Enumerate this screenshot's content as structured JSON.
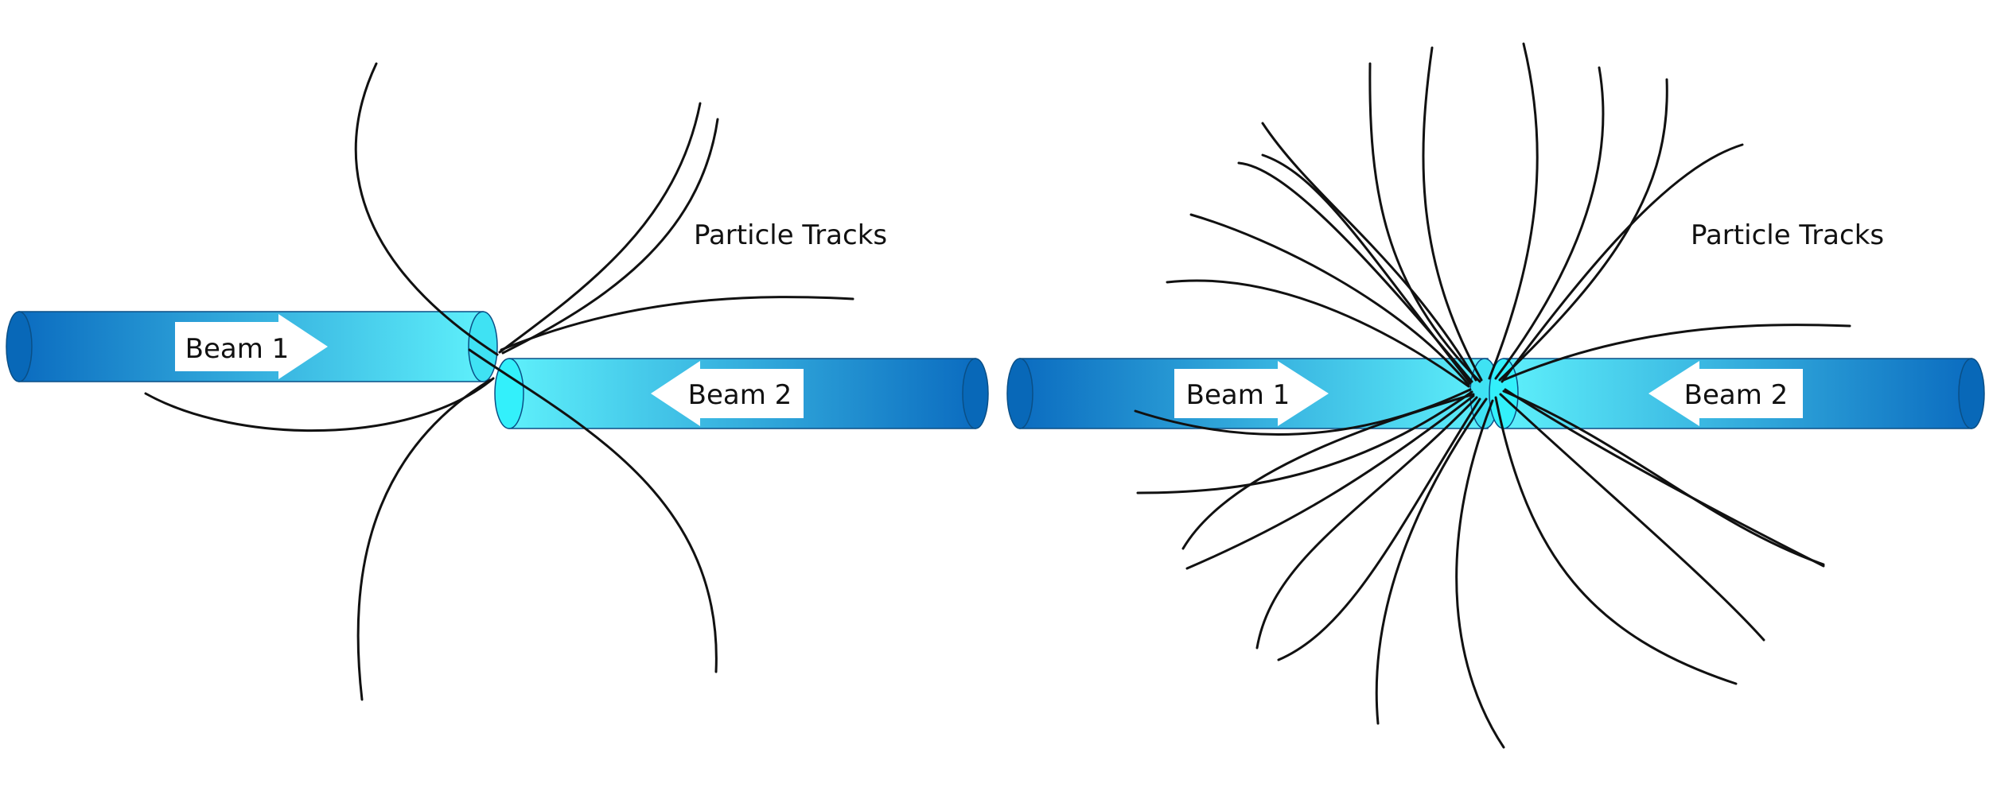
{
  "colors": {
    "background": "#ffffff",
    "beam_dark": "#0b6cc0",
    "beam_light": "#5ef0fb",
    "track": "#111111",
    "arrow_fill": "#ffffff"
  },
  "panels": {
    "single_collision": {
      "tracks_label": "Particle Tracks",
      "beam1_label": "Beam 1",
      "beam2_label": "Beam 2"
    },
    "multiple_collisions": {
      "tracks_label": "Particle Tracks",
      "beam1_label": "Beam 1",
      "beam2_label": "Beam 2"
    }
  }
}
